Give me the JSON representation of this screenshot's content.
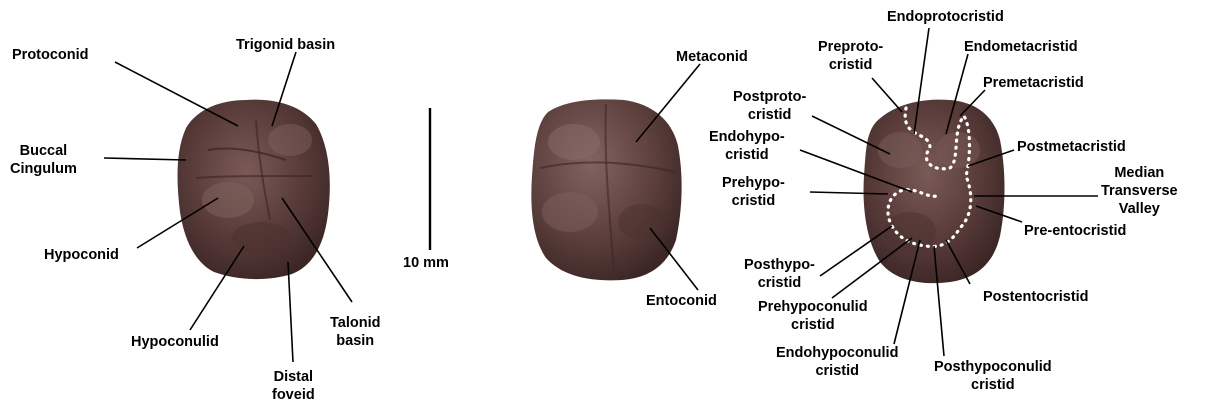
{
  "colors": {
    "tooth_dark": "#4a2f2d",
    "tooth_mid": "#6b4a48",
    "tooth_light": "#8a6b67",
    "leader": "#000000",
    "dotted_outline": "#ffffff"
  },
  "left_tooth": {
    "labels": {
      "protoconid": "Protoconid",
      "trigonid_basin": "Trigonid basin",
      "buccal_cingulum": [
        "Buccal",
        "Cingulum"
      ],
      "hypoconid": "Hypoconid",
      "hypoconulid": "Hypoconulid",
      "distal_foveid": [
        "Distal",
        "foveid"
      ],
      "talonid_basin": [
        "Talonid",
        "basin"
      ]
    }
  },
  "scale_bar": {
    "label": "10 mm"
  },
  "middle_tooth": {
    "labels": {
      "metaconid": "Metaconid",
      "entoconid": "Entoconid"
    }
  },
  "right_tooth": {
    "labels": {
      "endoprotocristid": "Endoprotocristid",
      "preprotocristid": [
        "Preproto-",
        "cristid"
      ],
      "endometacristid": "Endometacristid",
      "premetacristid": "Premetacristid",
      "postprotocristid": [
        "Postproto-",
        "cristid"
      ],
      "endohypocristid": [
        "Endohypo-",
        "cristid"
      ],
      "postmetacristid": "Postmetacristid",
      "median_transverse_valley": [
        "Median",
        "Transverse",
        "Valley"
      ],
      "prehypocristid": [
        "Prehypo-",
        "cristid"
      ],
      "pre_entocristid": "Pre-entocristid",
      "posthypocristid": [
        "Posthypo-",
        "cristid"
      ],
      "prehypoconulid_cristid": [
        "Prehypoconulid",
        "cristid"
      ],
      "postentocristid": "Postentocristid",
      "endohypoconulid_cristid": [
        "Endohypoconulid",
        "cristid"
      ],
      "posthypoconulid_cristid": [
        "Posthypoconulid",
        "cristid"
      ]
    }
  }
}
